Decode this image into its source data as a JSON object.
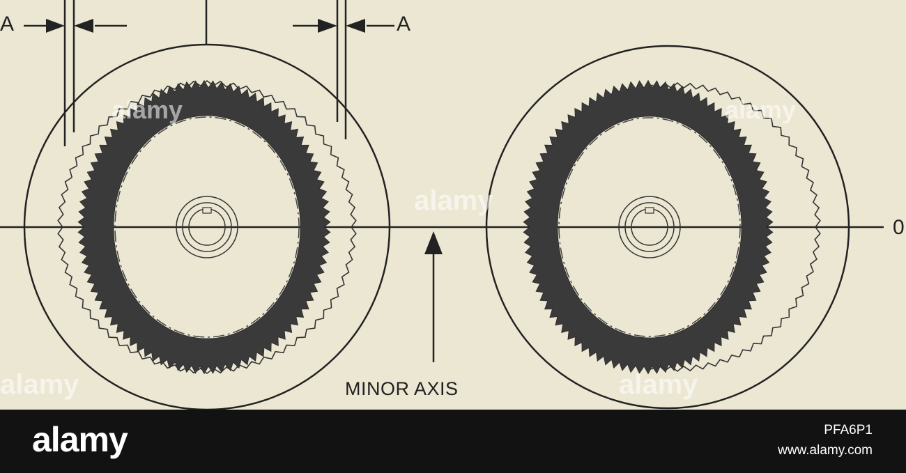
{
  "diagram": {
    "label_a_left": "A",
    "label_a_right": "A",
    "label_o": "0",
    "label_minor_axis": "MINOR AXIS"
  },
  "watermark": {
    "text": "alamy",
    "logo": "alamy",
    "image_id": "PFA6P1",
    "url": "www.alamy.com"
  },
  "colors": {
    "background": "#ece7d3",
    "ink": "#222222",
    "footer": "#121212",
    "footer_text": "#ffffff"
  }
}
